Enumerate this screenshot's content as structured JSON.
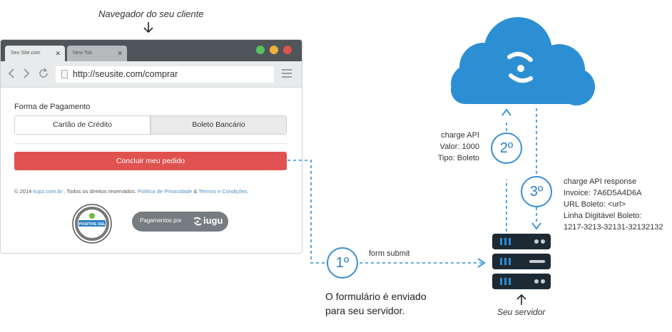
{
  "client_browser_caption": "Navegador do seu cliente",
  "browser": {
    "tabs": [
      {
        "label": "Seu Site.com",
        "close": "✕"
      },
      {
        "label": "New Tab",
        "close": "✕"
      }
    ],
    "window_controls_colors": [
      "#55c35f",
      "#f0b33d",
      "#e0524f"
    ],
    "url": "http://seusite.com/comprar",
    "icons": [
      "back-icon",
      "forward-icon",
      "reload-icon",
      "page-icon",
      "menu-icon"
    ]
  },
  "form": {
    "title": "Forma de Pagamento",
    "options": [
      "Cartão de Crédito",
      "Boleto Bancário"
    ],
    "selected": "Boleto Bancário",
    "submit_label": "Concluir meu pedido",
    "footer": {
      "prefix": "© 2014",
      "site": "kupz.com.br",
      "rights": ". Todos os direitos reservados.",
      "privacy": "Política de Privacidade",
      "amp": "&",
      "terms": "Termos e Condições"
    },
    "ssl_badge_text": "POSITIVE SSL",
    "iugu_badge": {
      "prefix": "Pagamentos por",
      "brand": "iugu"
    }
  },
  "flow": {
    "step1": {
      "label": "1º",
      "action": "form submit",
      "note_line1": "O formulário é enviado",
      "note_line2": "para seu servidor."
    },
    "step2": {
      "label": "2º",
      "title": "charge API",
      "lines": [
        "Valor: 1000",
        "Tipo: Boleto"
      ]
    },
    "step3": {
      "label": "3º",
      "title": "charge API response",
      "lines": [
        "Invoice: 7A6D5A4D6A",
        "URL Boleto: <url>",
        "Linha Digitável Boleto:",
        "1217-3213-32131-32132132"
      ]
    },
    "server_caption": "Seu servidor"
  },
  "colors": {
    "accent_blue": "#2a8dd4",
    "cloud": "#2d8fd3",
    "submit_red": "#e0524f",
    "server": "#1d2a33"
  }
}
